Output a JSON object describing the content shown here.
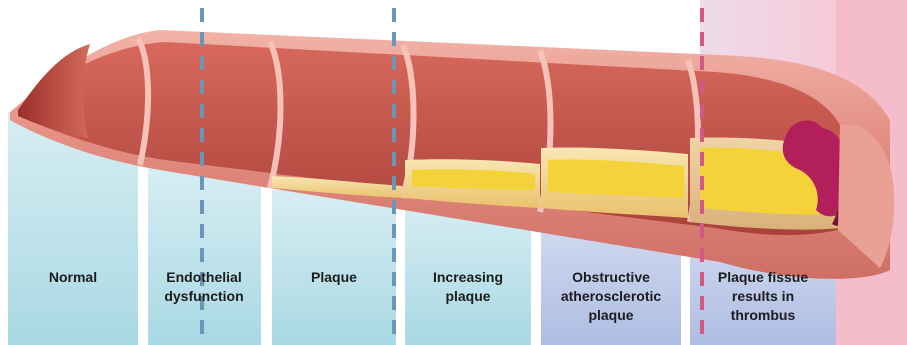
{
  "stages": [
    {
      "label": "Normal"
    },
    {
      "label": "Endothelial\ndysfunction"
    },
    {
      "label": "Plaque"
    },
    {
      "label": "Increasing\nplaque"
    },
    {
      "label": "Obstructive\natherosclerotic\nplaque"
    },
    {
      "label": "Plaque fissue\nresults in\nthrombus"
    }
  ],
  "colors": {
    "panel_light_blue": "#bfe3ea",
    "panel_blue_violet": "#bcc8e6",
    "panel_pink": "#f3c6d2",
    "vessel_wall": "#e68f85",
    "vessel_lumen": "#c9574d",
    "plaque_yellow": "#f4d23a",
    "plaque_fat": "#f0d38e",
    "thrombus": "#b21f5a",
    "dashed_blue": "#6a97b8",
    "dashed_pink": "#d45884"
  }
}
